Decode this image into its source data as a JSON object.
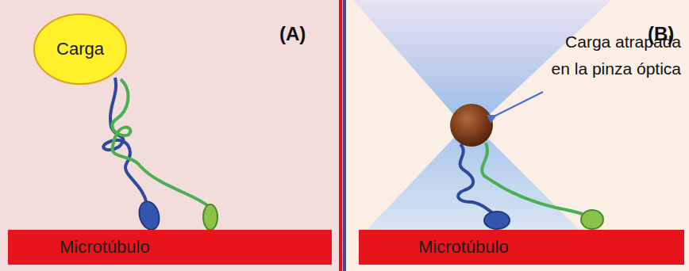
{
  "diagram": {
    "nodes": [
      {
        "text": [
          "Carga"
        ]
      },
      {
        "text": [
          "Microtúbulo"
        ]
      },
      {
        "text": [
          "Microtúbulo"
        ]
      }
    ],
    "labels": [
      "(A)",
      "(B)",
      "Carga atrapada en la pinza óptica"
    ]
  }
}
